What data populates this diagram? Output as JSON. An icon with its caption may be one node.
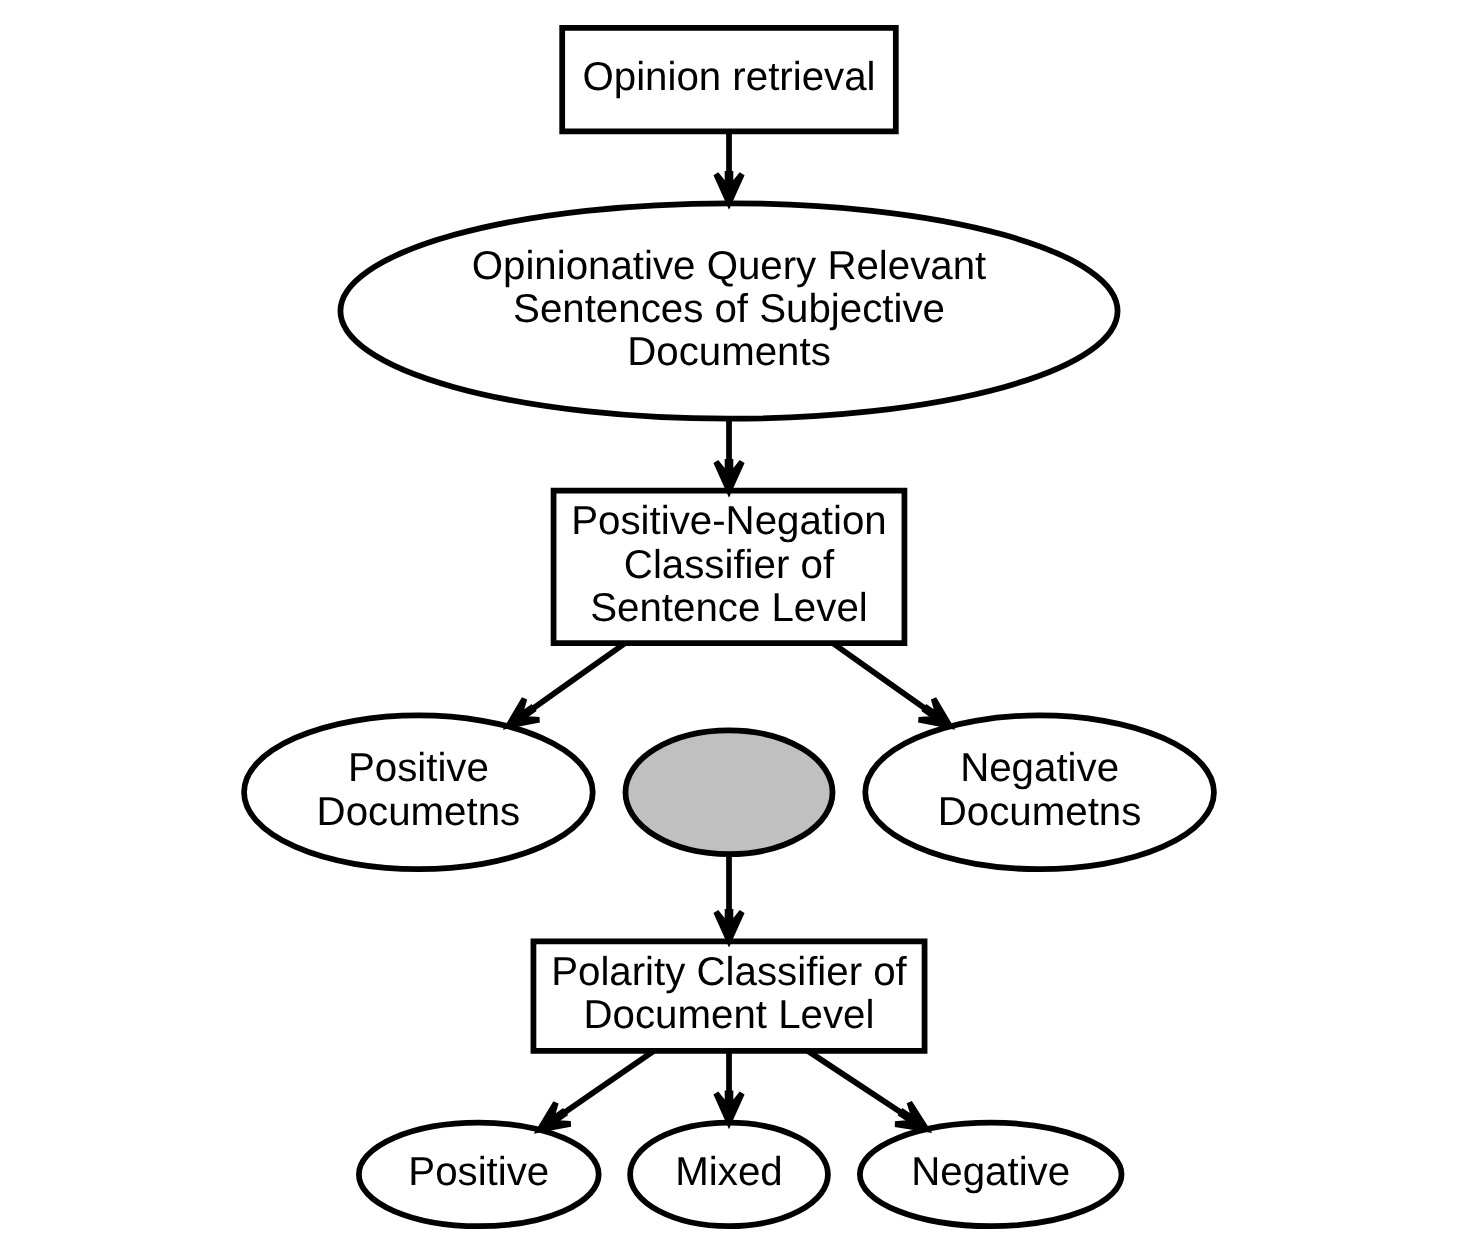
{
  "diagram": {
    "nodes": [
      {
        "text": [
          "Opinion retrieval"
        ]
      },
      {
        "text": [
          "Opinionative Query Relevant Sentences of Subjective Documents"
        ]
      },
      {
        "text": [
          "Positive-Negation Classifier of Sentence Level"
        ]
      },
      {
        "text": [
          "Positive Documetns"
        ]
      },
      {
        "text": [],
        "shape": "ellipse"
      },
      {
        "text": [
          "Negative Documetns"
        ]
      },
      {
        "text": [
          "Polarity Classifier of Document Level"
        ]
      },
      {
        "text": [
          "Positive"
        ]
      },
      {
        "text": [
          "Mixed"
        ]
      },
      {
        "text": [
          "Negative"
        ]
      }
    ],
    "edges": [
      {
        "from": 0,
        "to": 1,
        "arrow": "to"
      },
      {
        "from": 1,
        "to": 2,
        "arrow": "to"
      },
      {
        "from": 2,
        "to": 3,
        "arrow": "to"
      },
      {
        "from": 2,
        "to": 5,
        "arrow": "to"
      },
      {
        "from": 4,
        "to": 6,
        "arrow": "to"
      },
      {
        "from": 6,
        "to": 7,
        "arrow": "to"
      },
      {
        "from": 6,
        "to": 8,
        "arrow": "to"
      },
      {
        "from": 6,
        "to": 9,
        "arrow": "to"
      }
    ]
  }
}
